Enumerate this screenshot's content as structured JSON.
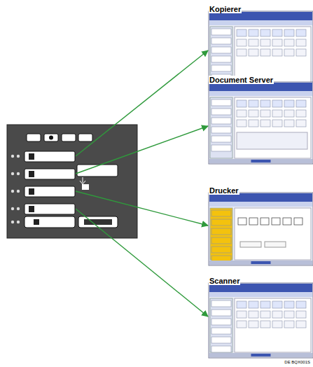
{
  "diagram": {
    "nodes": [
      {
        "text": [
          "Kopierer"
        ]
      },
      {
        "text": [
          "Document Server"
        ]
      },
      {
        "text": [
          "Drucker"
        ]
      },
      {
        "text": [
          "Scanner"
        ]
      }
    ],
    "labels": [
      "DE BQX001S"
    ]
  }
}
